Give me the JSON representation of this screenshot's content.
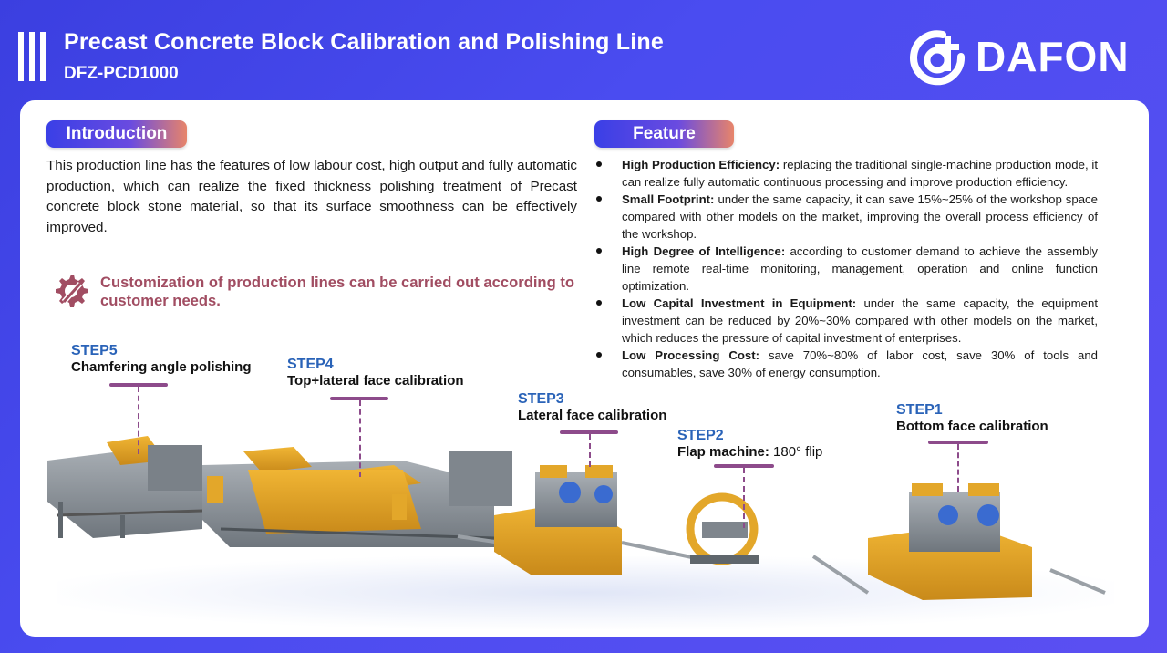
{
  "header": {
    "title": "Precast Concrete Block Calibration and Polishing Line",
    "model": "DFZ-PCD1000",
    "logo_text": "DAFON"
  },
  "intro": {
    "label": "Introduction",
    "text": "This production line has the features of low labour cost, high output and fully automatic production, which can realize the fixed thickness polishing treatment of Precast concrete block stone material, so that its surface smoothness can be effectively improved.",
    "customization": "Customization of production lines can be carried out according to customer needs.",
    "icon": "gear-wrench-icon"
  },
  "feature": {
    "label": "Feature",
    "items": [
      {
        "title": "High Production Efficiency:",
        "text": " replacing the traditional single-machine production mode, it can realize fully automatic continuous processing and improve production efficiency."
      },
      {
        "title": "Small Footprint:",
        "text": " under the same capacity, it can save 15%~25% of the workshop space compared with other models on the market, improving the overall process efficiency of the workshop."
      },
      {
        "title": "High Degree of Intelligence:",
        "text": " according to customer demand to achieve the assembly line remote real-time monitoring, management, operation and online function optimization."
      },
      {
        "title": "Low Capital Investment in Equipment:",
        "text": " under the same capacity, the equipment investment can be reduced by 20%~30% compared with other models on the market, which reduces the pressure of capital investment of enterprises."
      },
      {
        "title": "Low Processing Cost:",
        "text": " save 70%~80% of labor cost, save 30% of tools and consumables, save 30% of energy consumption."
      }
    ]
  },
  "steps": {
    "s5": {
      "num": "STEP5",
      "name": "Chamfering angle polishing"
    },
    "s4": {
      "num": "STEP4",
      "name": "Top+lateral face calibration"
    },
    "s3": {
      "num": "STEP3",
      "name": "Lateral face calibration"
    },
    "s2": {
      "num": "STEP2",
      "name": "Flap machine:",
      "extra": " 180° flip"
    },
    "s1": {
      "num": "STEP1",
      "name": "Bottom face calibration"
    }
  },
  "colors": {
    "background": "#4a4cf0",
    "accent": "#8d4b8b",
    "step_blue": "#2a63b8",
    "machine_yellow": "#e3a72a",
    "machine_gray": "#8e959c"
  }
}
